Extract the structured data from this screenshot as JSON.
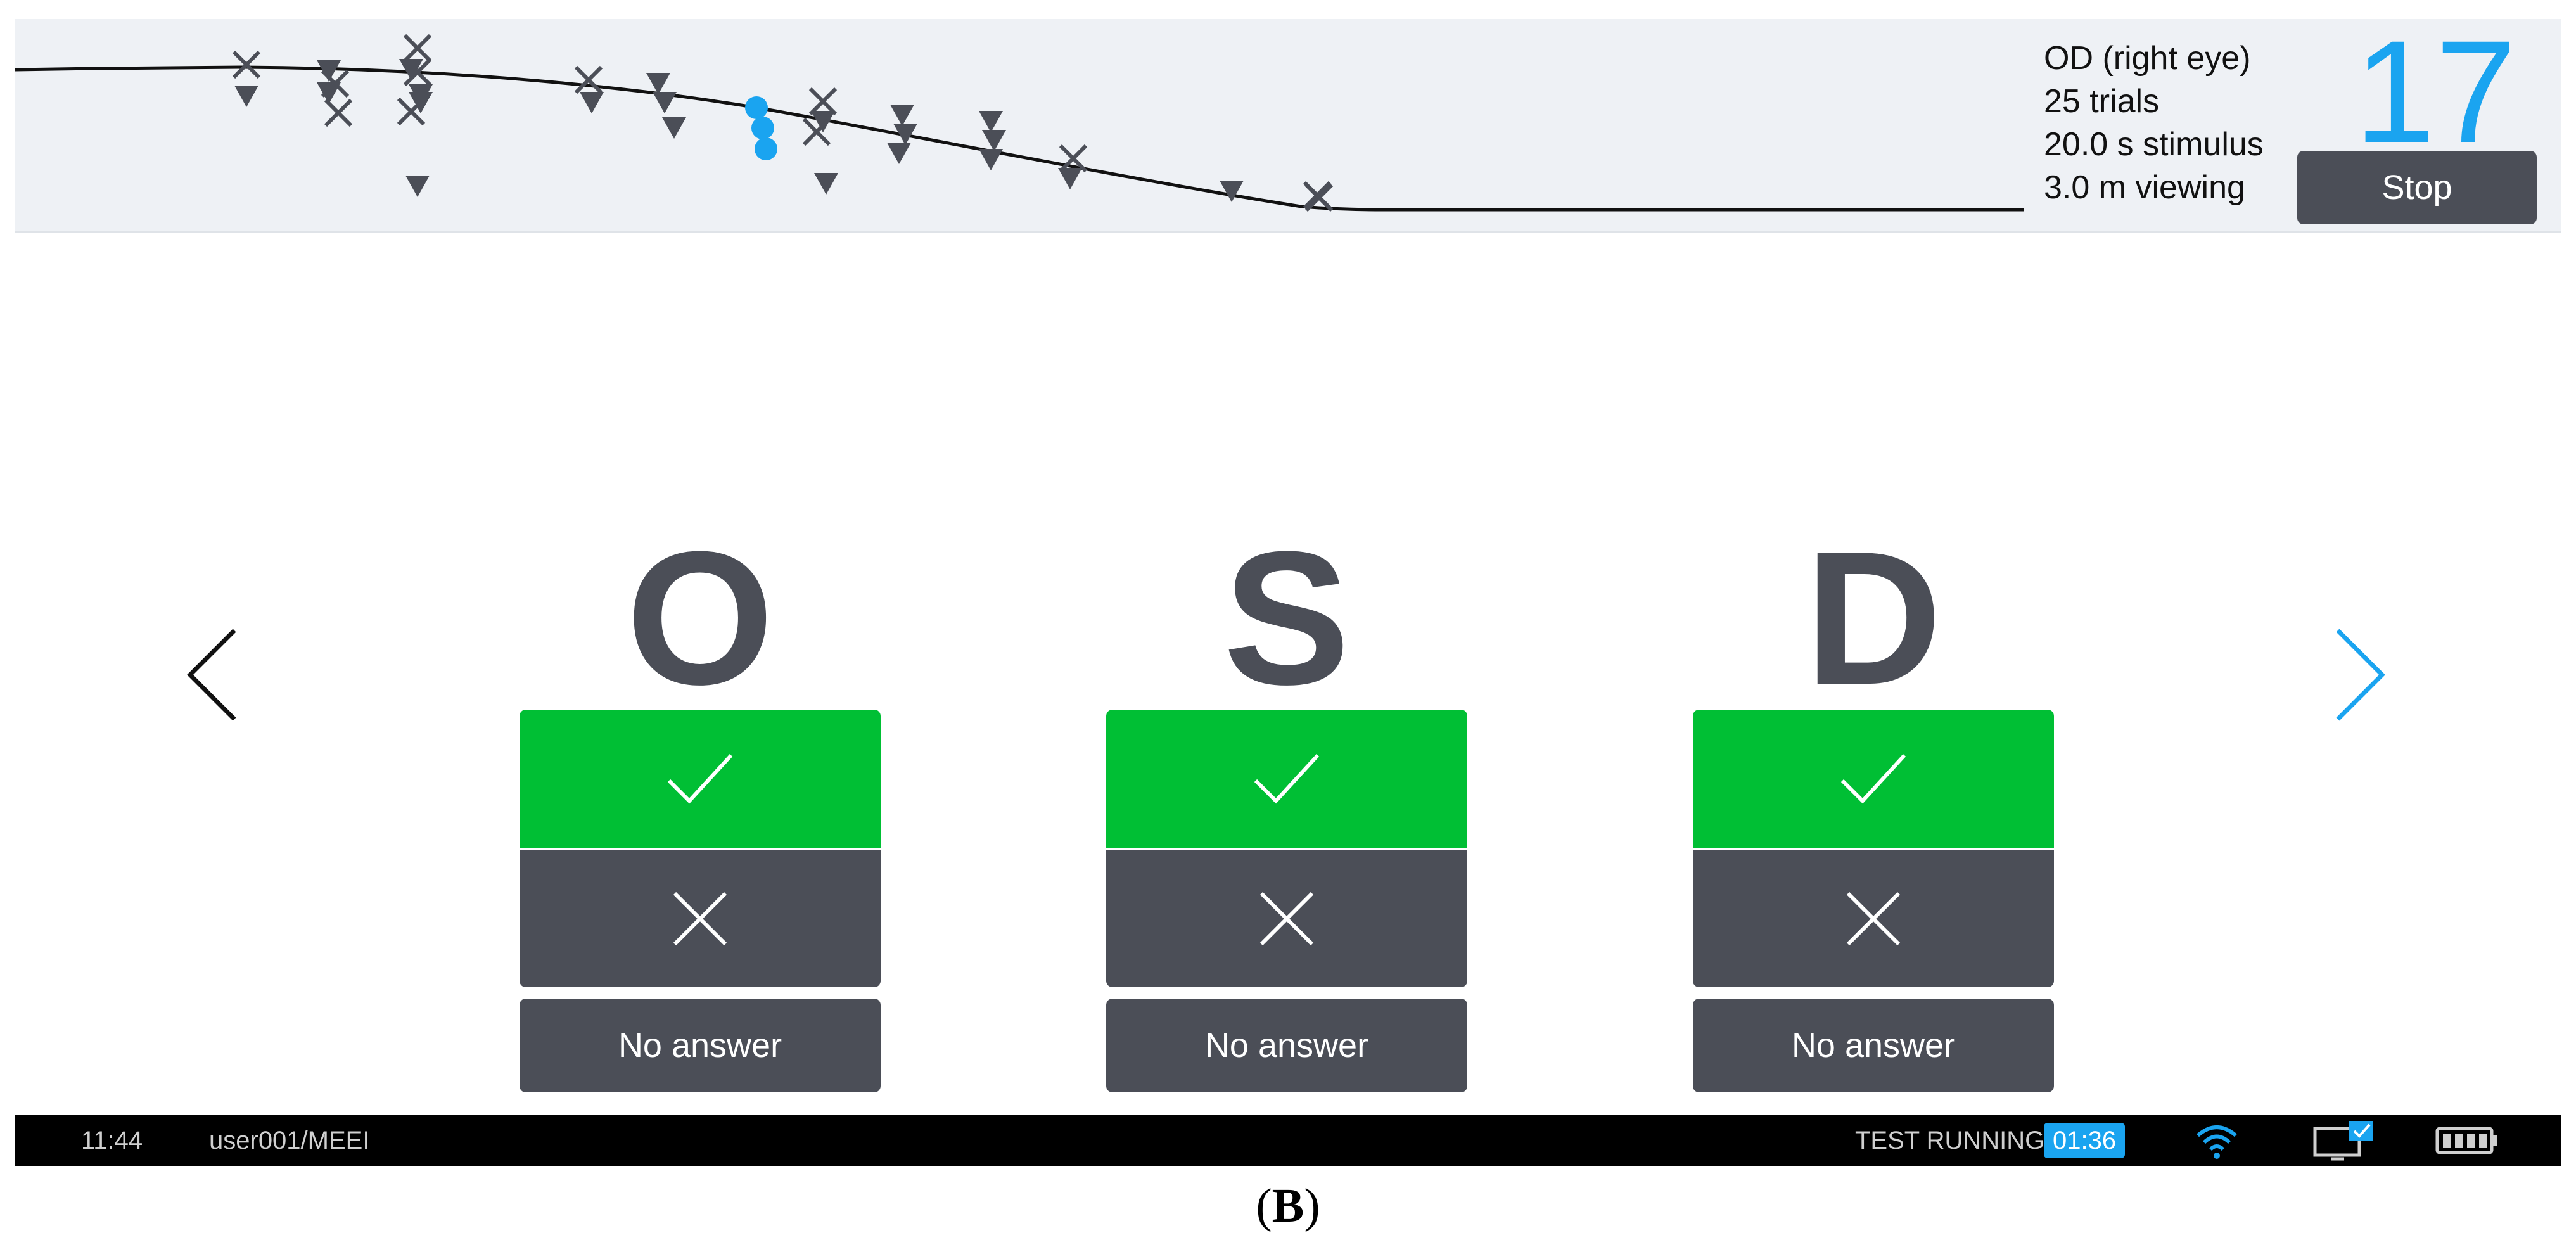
{
  "header": {
    "eye": "OD (right eye)",
    "trials": "25 trials",
    "stimulus": "20.0 s stimulus",
    "viewing": "3.0 m viewing",
    "trial_number": "17",
    "stop_label": "Stop"
  },
  "staircase": {
    "colors": {
      "curve": "#111111",
      "marker": "#4b4e57",
      "current": "#1aa4f0"
    },
    "marker_shapes": [
      "triangle-down",
      "x-cross",
      "circle"
    ]
  },
  "letters": [
    {
      "char": "O",
      "no_answer_label": "No answer"
    },
    {
      "char": "S",
      "no_answer_label": "No answer"
    },
    {
      "char": "D",
      "no_answer_label": "No answer"
    }
  ],
  "nav": {
    "left_icon": "chevron-left-icon",
    "right_icon": "chevron-right-icon"
  },
  "colors": {
    "correct": "#00bf34",
    "wrong": "#4b4e57",
    "accent": "#1aa4f0",
    "panel": "#eef1f5"
  },
  "status_bar": {
    "time": "11:44",
    "user": "user001/MEEI",
    "test_status": "TEST RUNNING",
    "timer": "01:36",
    "icons": [
      "wifi-icon",
      "screen-cast-icon",
      "battery-icon"
    ]
  },
  "caption": {
    "label": "B"
  }
}
